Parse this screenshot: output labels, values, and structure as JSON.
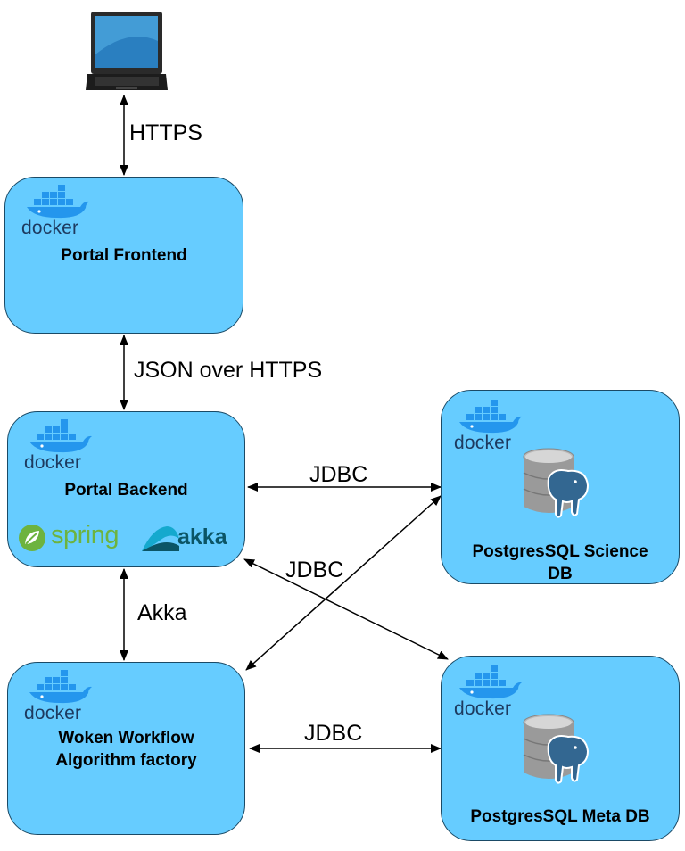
{
  "nodes": {
    "client": {
      "icon": "laptop-icon"
    },
    "frontend": {
      "title": "Portal Frontend",
      "badge": "docker"
    },
    "backend": {
      "title": "Portal Backend",
      "badge": "docker",
      "logos": [
        "spring",
        "akka"
      ]
    },
    "woken": {
      "title": "Woken Workflow\nAlgorithm factory",
      "badge": "docker"
    },
    "science_db": {
      "title": "PostgresSQL Science\nDB",
      "badge": "docker",
      "icon": "postgresql-elephant-icon"
    },
    "meta_db": {
      "title": "PostgresSQL Meta DB",
      "badge": "docker",
      "icon": "postgresql-elephant-icon"
    }
  },
  "edges": {
    "client_frontend": "HTTPS",
    "frontend_backend": "JSON over HTTPS",
    "backend_science": "JDBC",
    "backend_meta": "JDBC",
    "backend_woken": "Akka",
    "woken_meta": "JDBC"
  },
  "colors": {
    "box_fill": "#66ccff",
    "box_border": "#1a4a66",
    "docker_blue": "#2496ed",
    "spring_green": "#6db33f",
    "akka_teal": "#15a9ce"
  }
}
